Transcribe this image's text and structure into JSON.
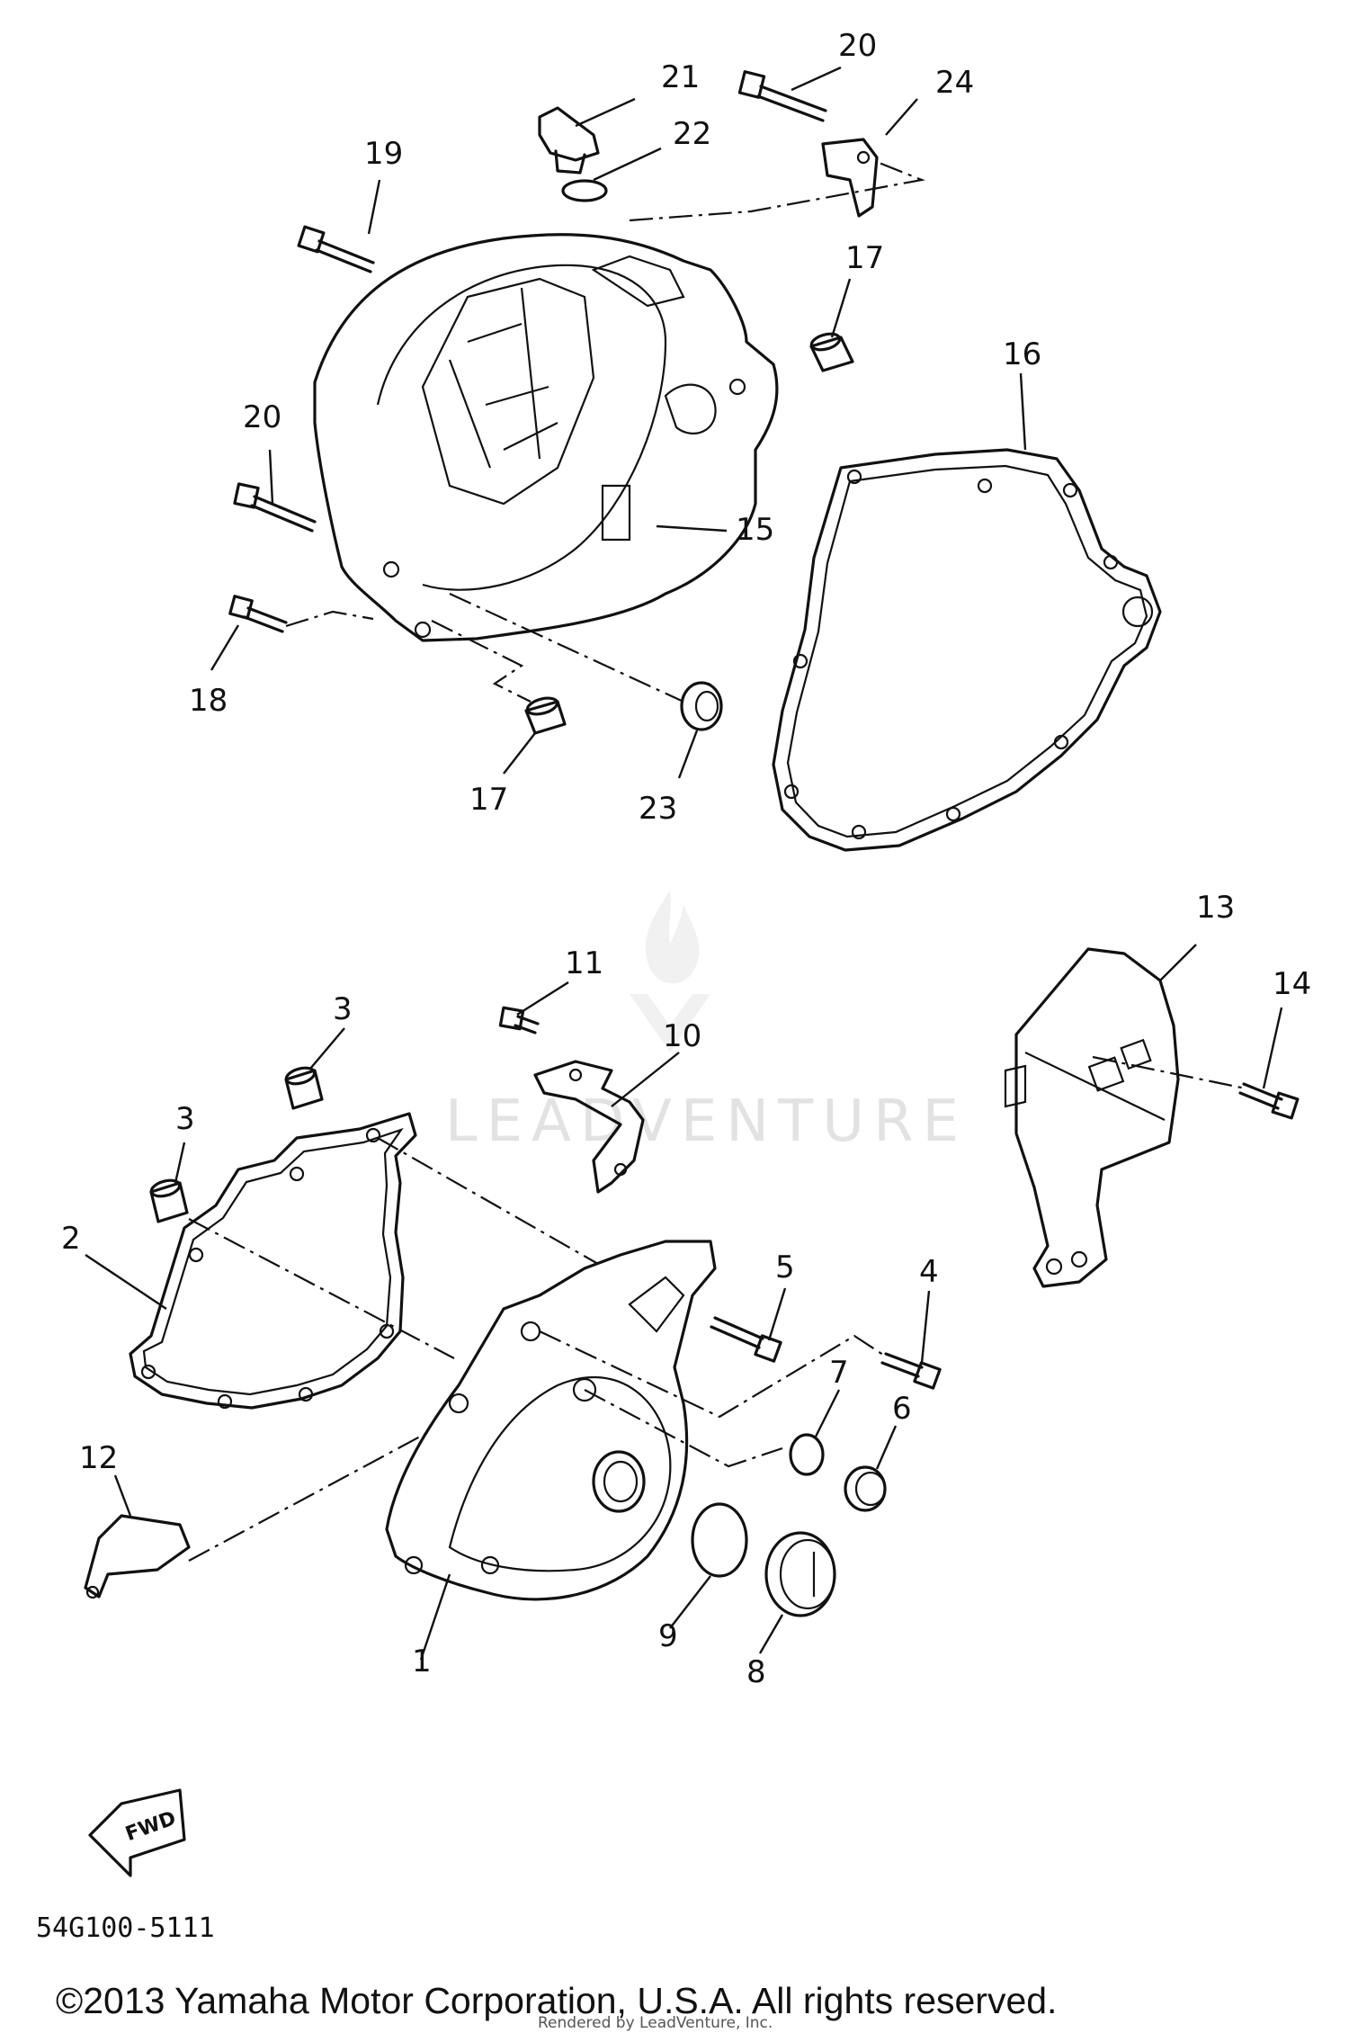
{
  "diagram": {
    "diagram_code": "54G100-5111",
    "copyright": "©2013 Yamaha Motor Corporation, U.S.A. All rights reserved.",
    "credit": "Rendered by LeadVenture, Inc.",
    "watermark": "LEADVENTURE",
    "direction_marker": "FWD",
    "callouts": [
      {
        "id": "c1",
        "label": "1"
      },
      {
        "id": "c2",
        "label": "2"
      },
      {
        "id": "c3a",
        "label": "3"
      },
      {
        "id": "c3b",
        "label": "3"
      },
      {
        "id": "c4",
        "label": "4"
      },
      {
        "id": "c5",
        "label": "5"
      },
      {
        "id": "c6",
        "label": "6"
      },
      {
        "id": "c7",
        "label": "7"
      },
      {
        "id": "c8",
        "label": "8"
      },
      {
        "id": "c9",
        "label": "9"
      },
      {
        "id": "c10",
        "label": "10"
      },
      {
        "id": "c11",
        "label": "11"
      },
      {
        "id": "c12",
        "label": "12"
      },
      {
        "id": "c13",
        "label": "13"
      },
      {
        "id": "c14",
        "label": "14"
      },
      {
        "id": "c15",
        "label": "15"
      },
      {
        "id": "c16",
        "label": "16"
      },
      {
        "id": "c17a",
        "label": "17"
      },
      {
        "id": "c17b",
        "label": "17"
      },
      {
        "id": "c18",
        "label": "18"
      },
      {
        "id": "c19",
        "label": "19"
      },
      {
        "id": "c20a",
        "label": "20"
      },
      {
        "id": "c20b",
        "label": "20"
      },
      {
        "id": "c21",
        "label": "21"
      },
      {
        "id": "c22",
        "label": "22"
      },
      {
        "id": "c23",
        "label": "23"
      },
      {
        "id": "c24",
        "label": "24"
      }
    ]
  }
}
